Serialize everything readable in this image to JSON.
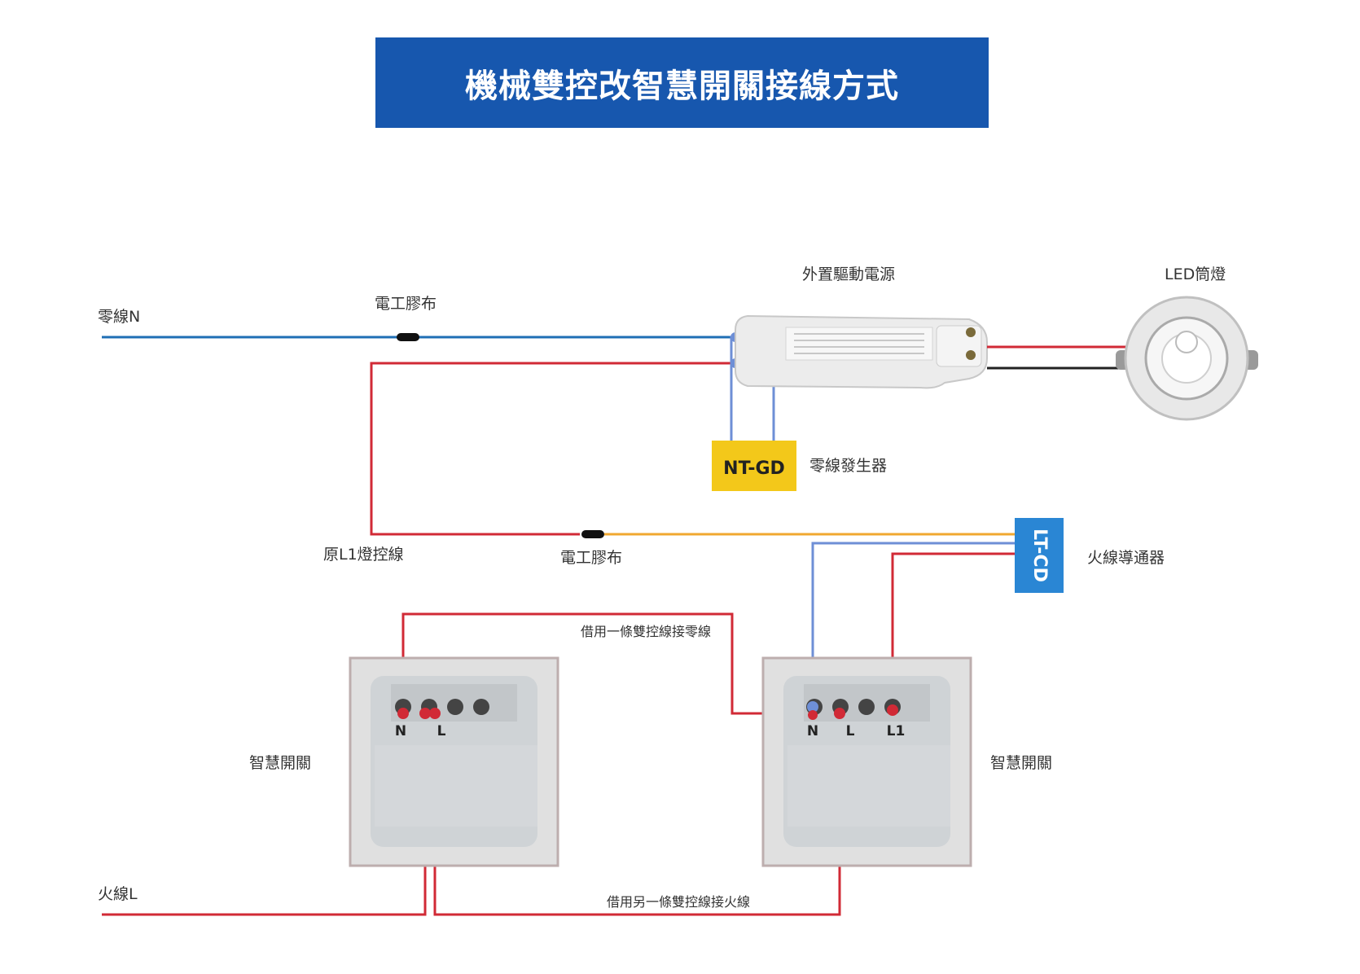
{
  "title": "機械雙控改智慧開關接線方式",
  "labels": {
    "neutral_wire": "零線N",
    "tape_top": "電工膠布",
    "driver": "外置驅動電源",
    "led_light": "LED筒燈",
    "ntgd_desc": "零線發生器",
    "l1_control": "原L1燈控線",
    "tape_mid": "電工膠布",
    "ltcd_desc": "火線導通器",
    "borrow_neutral": "借用一條雙控線接零線",
    "smart_switch_left": "智慧開關",
    "smart_switch_right": "智慧開關",
    "live_wire": "火線L",
    "borrow_live": "借用另一條雙控線接火線"
  },
  "devices": {
    "ntgd": "NT-GD",
    "ltcd": "LT-CD"
  },
  "switch_left": {
    "term_n": "N",
    "term_l": "L"
  },
  "switch_right": {
    "term_n": "N",
    "term_l": "L",
    "term_l1": "L1"
  },
  "colors": {
    "title_bg": "#1757ae",
    "neutral": "#1f6fb5",
    "live": "#d12a36",
    "control": "#f0a830",
    "blue_light": "#6e8fd6",
    "ntgd_fill": "#f3c81a",
    "ltcd_fill": "#2a86d4"
  }
}
